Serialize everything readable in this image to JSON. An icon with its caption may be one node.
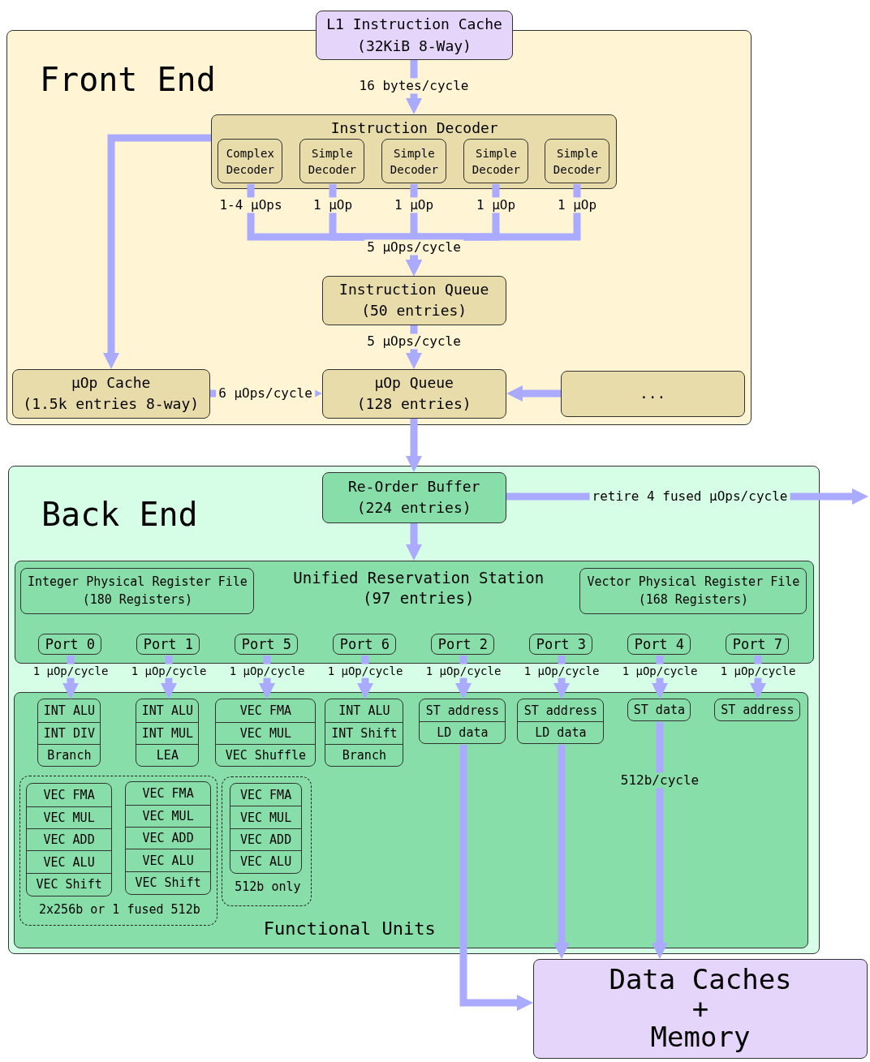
{
  "diagram": {
    "nodes": [
      {
        "text": [
          "L1 Instruction Cache (32KiB 8-Way)"
        ]
      },
      {
        "text": [
          "Front End"
        ]
      },
      {
        "text": [
          "Instruction Decoder"
        ],
        "in": 1
      },
      {
        "text": [
          "Complex Decoder"
        ],
        "in": 2
      },
      {
        "text": [
          "Simple Decoder"
        ],
        "in": 2
      },
      {
        "text": [
          "Simple Decoder"
        ],
        "in": 2
      },
      {
        "text": [
          "Simple Decoder"
        ],
        "in": 2
      },
      {
        "text": [
          "Simple Decoder"
        ],
        "in": 2
      },
      {
        "text": [
          "Instruction Queue (50 entries)"
        ],
        "in": 1
      },
      {
        "text": [
          "μOp Cache (1.5k entries 8-way)"
        ],
        "in": 1
      },
      {
        "text": [
          "μOp Queue (128 entries)"
        ],
        "in": 1
      },
      {
        "text": [
          "..."
        ],
        "in": 1
      },
      {
        "text": [
          "Back End"
        ]
      },
      {
        "text": [
          "Re-Order Buffer (224 entries)"
        ],
        "in": 12
      },
      {
        "text": [
          "Unified Reservation Station (97 entries)"
        ],
        "in": 12
      },
      {
        "text": [
          "Integer Physical Register File (180 Registers)"
        ],
        "in": 14
      },
      {
        "text": [
          "Vector Physical Register File (168 Registers)"
        ],
        "in": 14
      },
      {
        "text": [
          "Port 0"
        ],
        "in": 14
      },
      {
        "text": [
          "Port 1"
        ],
        "in": 14
      },
      {
        "text": [
          "Port 5"
        ],
        "in": 14
      },
      {
        "text": [
          "Port 6"
        ],
        "in": 14
      },
      {
        "text": [
          "Port 2"
        ],
        "in": 14
      },
      {
        "text": [
          "Port 3"
        ],
        "in": 14
      },
      {
        "text": [
          "Port 4"
        ],
        "in": 14
      },
      {
        "text": [
          "Port 7"
        ],
        "in": 14
      },
      {
        "text": [
          "Functional Units"
        ],
        "in": 12
      },
      {
        "text": [
          "INT ALU",
          "INT DIV",
          "Branch"
        ],
        "in": 25
      },
      {
        "text": [
          "INT ALU",
          "INT MUL",
          "LEA"
        ],
        "in": 25
      },
      {
        "text": [
          "VEC FMA",
          "VEC MUL",
          "VEC Shuffle"
        ],
        "in": 25
      },
      {
        "text": [
          "INT ALU",
          "INT Shift",
          "Branch"
        ],
        "in": 25
      },
      {
        "text": [
          "ST address",
          "LD data"
        ],
        "in": 25
      },
      {
        "text": [
          "ST address",
          "LD data"
        ],
        "in": 25
      },
      {
        "text": [
          "ST data"
        ],
        "in": 25
      },
      {
        "text": [
          "ST address"
        ],
        "in": 25
      },
      {
        "text": [
          "2x256b or 1 fused 512b"
        ],
        "in": 25
      },
      {
        "text": [
          "VEC FMA",
          "VEC MUL",
          "VEC ADD",
          "VEC ALU",
          "VEC Shift"
        ],
        "in": 34
      },
      {
        "text": [
          "VEC FMA",
          "VEC MUL",
          "VEC ADD",
          "VEC ALU",
          "VEC Shift"
        ],
        "in": 34
      },
      {
        "text": [
          "512b only"
        ],
        "in": 25
      },
      {
        "text": [
          "VEC FMA",
          "VEC MUL",
          "VEC ADD",
          "VEC ALU"
        ],
        "in": 37
      },
      {
        "text": [
          "Data Caches + Memory"
        ]
      }
    ],
    "edges": [
      {
        "from": 0,
        "to": 2,
        "arrow": "to",
        "label": "16 bytes/cycle"
      },
      {
        "from": 2,
        "to": 9,
        "arrow": "to"
      },
      {
        "from": 3,
        "to": 8,
        "arrow": "to",
        "label": "1-4 μOps"
      },
      {
        "from": 4,
        "to": 8,
        "arrow": "to",
        "label": "1 μOp"
      },
      {
        "from": 5,
        "to": 8,
        "arrow": "to",
        "label": "1 μOp"
      },
      {
        "from": 6,
        "to": 8,
        "arrow": "to",
        "label": "1 μOp"
      },
      {
        "from": 7,
        "to": 8,
        "arrow": "to",
        "label": "1 μOp"
      },
      {
        "from": 8,
        "to": 10,
        "arrow": "to",
        "label": "5 μOps/cycle"
      },
      {
        "from": 9,
        "to": 10,
        "arrow": "to",
        "label": "6 μOps/cycle"
      },
      {
        "from": 11,
        "to": 10,
        "arrow": "to"
      },
      {
        "from": 10,
        "to": 13,
        "arrow": "to"
      },
      {
        "from": 13,
        "to": null,
        "arrow": "to",
        "label": "retire 4 fused μOps/cycle"
      },
      {
        "from": 13,
        "to": 14,
        "arrow": "to"
      },
      {
        "from": 17,
        "to": 26,
        "arrow": "to",
        "label": "1 μOp/cycle"
      },
      {
        "from": 18,
        "to": 27,
        "arrow": "to",
        "label": "1 μOp/cycle"
      },
      {
        "from": 19,
        "to": 28,
        "arrow": "to",
        "label": "1 μOp/cycle"
      },
      {
        "from": 20,
        "to": 29,
        "arrow": "to",
        "label": "1 μOp/cycle"
      },
      {
        "from": 21,
        "to": 30,
        "arrow": "to",
        "label": "1 μOp/cycle"
      },
      {
        "from": 22,
        "to": 31,
        "arrow": "to",
        "label": "1 μOp/cycle"
      },
      {
        "from": 23,
        "to": 32,
        "arrow": "to",
        "label": "1 μOp/cycle"
      },
      {
        "from": 24,
        "to": 33,
        "arrow": "to",
        "label": "1 μOp/cycle"
      },
      {
        "from": 30,
        "to": 39,
        "arrow": "to"
      },
      {
        "from": 31,
        "to": 39,
        "arrow": "to"
      },
      {
        "from": 32,
        "to": 39,
        "arrow": "to",
        "label": "512b/cycle"
      }
    ],
    "labels": [
      "5 μOps/cycle"
    ]
  }
}
